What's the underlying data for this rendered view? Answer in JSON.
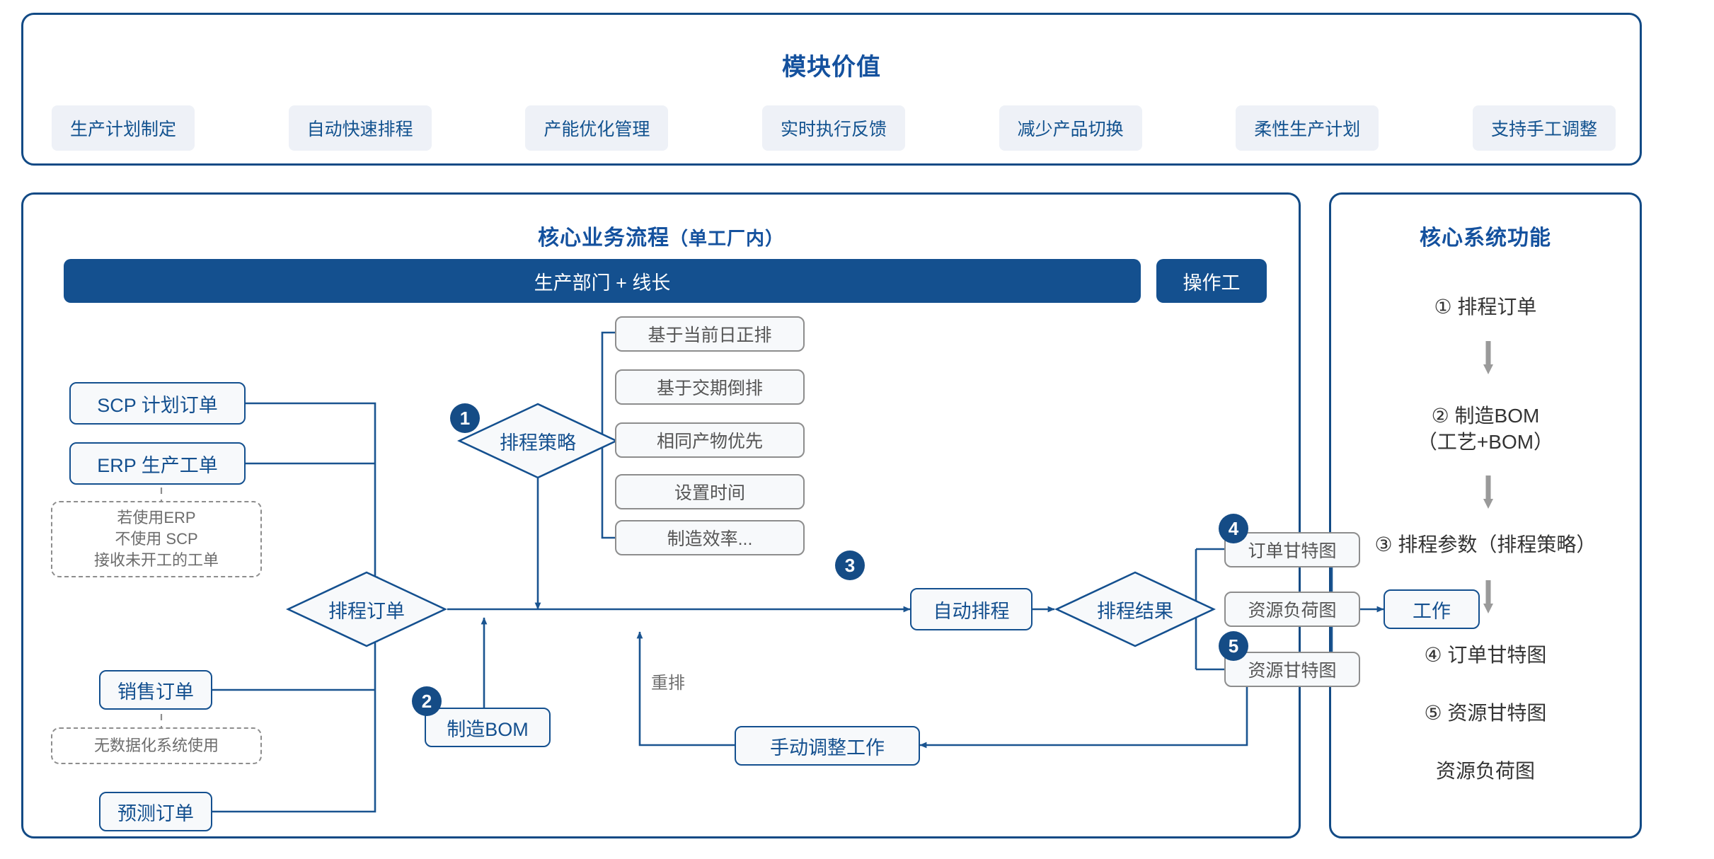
{
  "value_panel": {
    "title": "模块价值",
    "pills": [
      "生产计划制定",
      "自动快速排程",
      "产能优化管理",
      "实时执行反馈",
      "减少产品切换",
      "柔性生产计划",
      "支持手工调整"
    ]
  },
  "flow_panel": {
    "title": "核心业务流程",
    "title_sub": "（单工厂内）",
    "role_main": "生产部门 + 线长",
    "role_operator": "操作工",
    "inputs": [
      {
        "label": "SCP 计划订单"
      },
      {
        "label": "ERP 生产工单"
      },
      {
        "label": "销售订单"
      },
      {
        "label": "预测订单"
      }
    ],
    "notes": [
      {
        "lines": [
          "若使用ERP",
          "不使用 SCP",
          "接收未开工的工单"
        ]
      },
      {
        "lines": [
          "无数据化系统使用"
        ]
      }
    ],
    "decisions": {
      "strategy": "排程策略",
      "order": "排程订单",
      "result": "排程结果"
    },
    "strategy_options": [
      "基于当前日正排",
      "基于交期倒排",
      "相同产物优先",
      "设置时间",
      "制造效率..."
    ],
    "process": {
      "auto_schedule": "自动排程",
      "manufacture_bom": "制造BOM",
      "manual_adjust": "手动调整工作",
      "work": "工作"
    },
    "outputs": [
      "订单甘特图",
      "资源负荷图",
      "资源甘特图"
    ],
    "edge_labels": {
      "rework": "重排"
    },
    "badges": {
      "strategy": "1",
      "bom": "2",
      "auto": "3",
      "order_gantt": "4",
      "resource_gantt": "5"
    }
  },
  "func_panel": {
    "title": "核心系统功能",
    "items": [
      "① 排程订单",
      "② 制造BOM\n（工艺+BOM）",
      "③ 排程参数（排程策略）",
      "④ 订单甘特图",
      "⑤ 资源甘特图",
      "资源负荷图"
    ]
  },
  "colors": {
    "brand_blue": "#14508f",
    "title_blue": "#14519e",
    "pill_bg": "#eef1f7",
    "gray_border": "#8d8d8d",
    "gray_text": "#555555"
  }
}
